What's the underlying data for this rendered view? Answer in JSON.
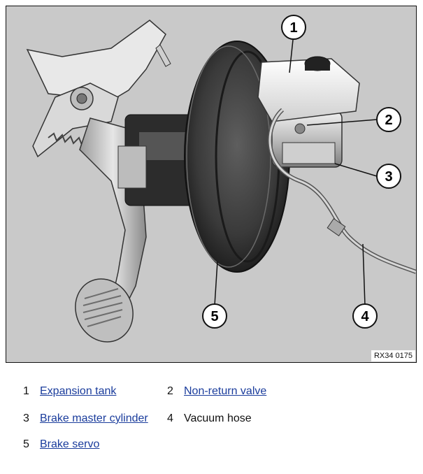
{
  "figure": {
    "reference_code": "RX34 0175",
    "callouts": [
      "1",
      "2",
      "3",
      "4",
      "5"
    ]
  },
  "legend": [
    {
      "number": "1",
      "label": "Expansion tank",
      "link": true
    },
    {
      "number": "2",
      "label": "Non-return valve",
      "link": true
    },
    {
      "number": "3",
      "label": "Brake master cylinder",
      "link": true
    },
    {
      "number": "4",
      "label": "Vacuum hose",
      "link": false
    },
    {
      "number": "5",
      "label": "Brake servo",
      "link": true
    }
  ]
}
